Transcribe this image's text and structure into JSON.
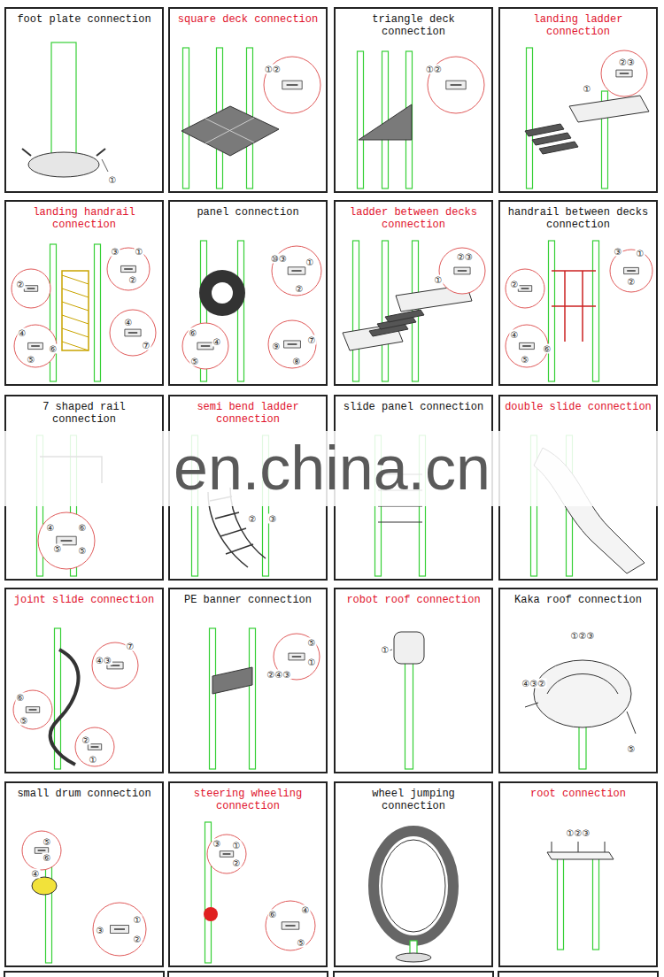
{
  "diagram": {
    "nodes": [
      {
        "text": [
          "foot plate connection"
        ]
      },
      {
        "text": [
          "square deck connection"
        ]
      },
      {
        "text": [
          "triangle deck connection"
        ]
      },
      {
        "text": [
          "landing ladder connection"
        ]
      },
      {
        "text": [
          "landing handrail connection"
        ]
      },
      {
        "text": [
          "panel connection"
        ]
      },
      {
        "text": [
          "ladder between decks connection"
        ]
      },
      {
        "text": [
          "handrail between decks connection"
        ]
      },
      {
        "text": [
          "7 shaped rail connection"
        ]
      },
      {
        "text": [
          "semi bend ladder connection"
        ]
      },
      {
        "text": [
          "slide panel connection"
        ]
      },
      {
        "text": [
          "double slide connection"
        ]
      },
      {
        "text": [
          "joint slide connection"
        ]
      },
      {
        "text": [
          "PE banner connection"
        ]
      },
      {
        "text": [
          "robot roof connection"
        ]
      },
      {
        "text": [
          "Kaka roof connection"
        ]
      },
      {
        "text": [
          "small drum connection"
        ]
      },
      {
        "text": [
          "steering wheeling connection"
        ]
      },
      {
        "text": [
          "wheel jumping connection"
        ]
      },
      {
        "text": [
          "root connection"
        ]
      }
    ],
    "labels": [
      "①",
      "①②",
      "①②",
      "②③",
      "①",
      "③",
      "①",
      "②",
      "②",
      "④",
      "⑤",
      "⑥",
      "④",
      "⑦",
      "⑩③",
      "①",
      "②",
      "⑥",
      "④",
      "⑤",
      "⑨",
      "⑧",
      "⑦",
      "②③",
      "①",
      "③",
      "①",
      "②",
      "②",
      "④",
      "⑤",
      "⑥",
      "④",
      "⑤",
      "⑥",
      "⑤",
      "②",
      "③",
      "⑦",
      "④③",
      "⑥",
      "⑤",
      "②",
      "①",
      "⑤",
      "①",
      "②④③",
      "①",
      "①②③",
      "④③②",
      "⑤",
      "⑤",
      "⑥",
      "④",
      "③",
      "①",
      "②",
      "③",
      "①",
      "②",
      "⑥",
      "⑤",
      "④",
      "①②③",
      "en.china.cn"
    ]
  }
}
